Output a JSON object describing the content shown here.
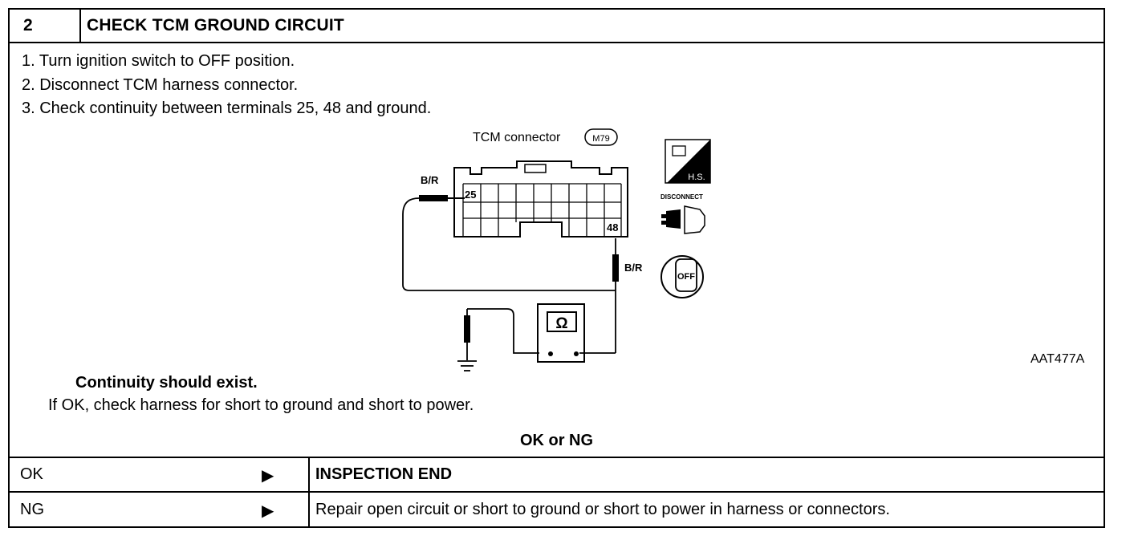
{
  "header": {
    "number": "2",
    "title": "CHECK TCM GROUND CIRCUIT"
  },
  "steps": [
    "1. Turn ignition switch to OFF position.",
    "2. Disconnect TCM harness connector.",
    "3. Check continuity between terminals 25, 48 and ground."
  ],
  "diagram": {
    "connector_label": "TCM connector",
    "connector_id": "M79",
    "wire_left": "B/R",
    "wire_right": "B/R",
    "terminal_a": "25",
    "terminal_b": "48",
    "meter_symbol": "Ω",
    "icons": {
      "hs_badge": "H.S.",
      "disconnect_label": "DISCONNECT",
      "ignition_label": "OFF"
    },
    "figure_id": "AAT477A"
  },
  "result": {
    "expected": "Continuity should exist.",
    "note": "If OK, check harness for short to ground and short to power."
  },
  "decision_label": "OK or NG",
  "outcomes": [
    {
      "label": "OK",
      "arrow": "▶",
      "action": "INSPECTION END"
    },
    {
      "label": "NG",
      "arrow": "▶",
      "action": "Repair open circuit or short to ground or short to power in harness or connectors."
    }
  ]
}
